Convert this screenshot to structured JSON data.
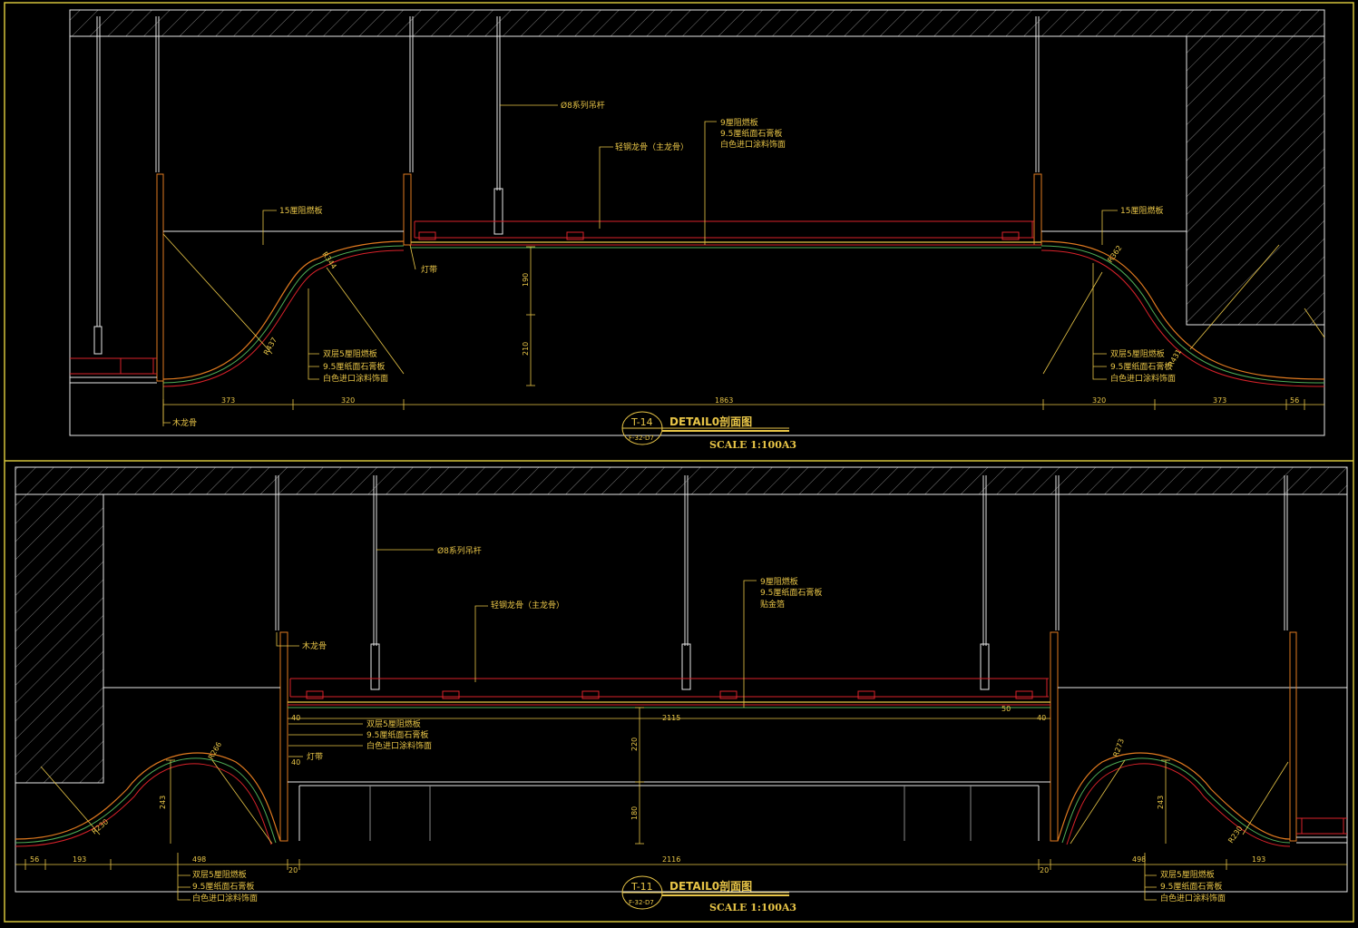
{
  "colors": {
    "background": "#000000",
    "frame": "#d4c23a",
    "line_white": "#e6e6e6",
    "line_red": "#d9222a",
    "line_orange": "#e07a1f",
    "line_yellow": "#e8c547",
    "line_green": "#4fae57",
    "hatch": "#8a8a8a"
  },
  "section_top": {
    "title": "DETAIL0剖面图",
    "scale": "SCALE 1:100A3",
    "tag_top": "T-14",
    "tag_bottom": "F-32-D7",
    "labels": {
      "rod": "Ø8系列吊杆",
      "board9": "9厘阻燃板",
      "gypsum95": "9.5厘纸面石膏板",
      "paint": "白色进口涂料饰面",
      "keel": "轻钢龙骨（主龙骨）",
      "board15_left": "15厘阻燃板",
      "board15_right": "15厘阻燃板",
      "lamp": "灯带",
      "double_left_1": "双层5厘阻燃板",
      "double_left_2": "9.5厘纸面石膏板",
      "double_left_3": "白色进口涂料饰面",
      "double_right_1": "双层5厘阻燃板",
      "double_right_2": "9.5厘纸面石膏板",
      "double_right_3": "白色进口涂料饰面",
      "wood_keel": "木龙骨",
      "r_left_top": "R344",
      "r_left_bot": "R437",
      "r_right_top": "R362",
      "r_right_bot": "R431"
    },
    "dims": {
      "d1": "373",
      "d2": "320",
      "d3": "1863",
      "d4": "320",
      "d5": "373",
      "d6": "56",
      "v1": "190",
      "v2": "210"
    }
  },
  "section_bottom": {
    "title": "DETAIL0剖面图",
    "scale": "SCALE 1:100A3",
    "tag_top": "T-11",
    "tag_bottom": "F-32-D7",
    "labels": {
      "rod": "Ø8系列吊杆",
      "board9": "9厘阻燃板",
      "gypsum95": "9.5厘纸面石膏板",
      "foil": "贴金箔",
      "keel": "轻钢龙骨（主龙骨）",
      "wood_keel": "木龙骨",
      "double_1": "双层5厘阻燃板",
      "double_2": "9.5厘纸面石膏板",
      "double_3": "白色进口涂料饰面",
      "lamp": "灯带",
      "dl_1": "双层5厘阻燃板",
      "dl_2": "9.5厘纸面石膏板",
      "dl_3": "白色进口涂料饰面",
      "dr_1": "双层5厘阻燃板",
      "dr_2": "9.5厘纸面石膏板",
      "dr_3": "白色进口涂料饰面",
      "r_left_top": "R266",
      "r_left_bot": "R230",
      "r_right_top": "R273",
      "r_right_bot": "R230"
    },
    "dims": {
      "d1": "56",
      "d2": "193",
      "d3": "498",
      "d4": "20",
      "d5": "2116",
      "d6": "20",
      "d7": "498",
      "d8": "193",
      "v1": "243",
      "v2": "220",
      "v3": "180",
      "v4": "243",
      "w1": "40",
      "w2": "2115",
      "w3": "40",
      "w4": "40",
      "w5": "50"
    }
  }
}
